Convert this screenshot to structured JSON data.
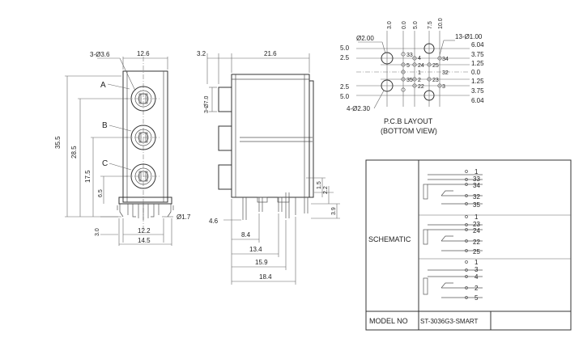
{
  "front_view": {
    "hole_callout": "3-Ø3.6",
    "width_top": "12.6",
    "jack_labels": [
      "A",
      "B",
      "C"
    ],
    "height_35_5": "35.5",
    "height_28_5": "28.5",
    "height_17_5": "17.5",
    "height_6_5": "6.5",
    "dim_3_0": "3.0",
    "dim_12_2": "12.2",
    "dim_14_5": "14.5",
    "pin_dia": "Ø1.7"
  },
  "side_view": {
    "dim_3_2": "3.2",
    "dim_21_6": "21.6",
    "dim_3_7_0": "3-Ø7.0",
    "dim_1_5": "1.5",
    "dim_2_2": "2.2",
    "dim_3_9": "3.9",
    "dim_4_6": "4.6",
    "dim_8_4": "8.4",
    "dim_13_4": "13.4",
    "dim_15_9": "15.9",
    "dim_18_4": "18.4"
  },
  "pcb_layout": {
    "title_line1": "P.C.B LAYOUT",
    "title_line2": "(BOTTOM VIEW)",
    "hole_large": "Ø2.00",
    "hole_small": "13-Ø1.00",
    "mount_holes": "4-Ø2.30",
    "top_dims": [
      "3.0",
      "0.0",
      "5.0",
      "7.5",
      "10.0"
    ],
    "left_dims": [
      "5.0",
      "2.5",
      "2.5",
      "5.0"
    ],
    "right_dims": [
      "6.04",
      "3.75",
      "1.25",
      "0.0",
      "1.25",
      "3.75",
      "6.04"
    ],
    "pin_numbers": [
      "33",
      "5",
      "35",
      "4",
      "24",
      "1",
      "2",
      "22",
      "25",
      "23",
      "34",
      "32",
      "3"
    ]
  },
  "schematic": {
    "label": "SCHEMATIC",
    "model_label": "MODEL NO",
    "model_value": "ST-3036G3-SMART",
    "group1": [
      "1",
      "33",
      "34",
      "32",
      "35"
    ],
    "group2": [
      "1",
      "23",
      "24",
      "22",
      "25"
    ],
    "group3": [
      "1",
      "3",
      "4",
      "2",
      "5"
    ]
  }
}
